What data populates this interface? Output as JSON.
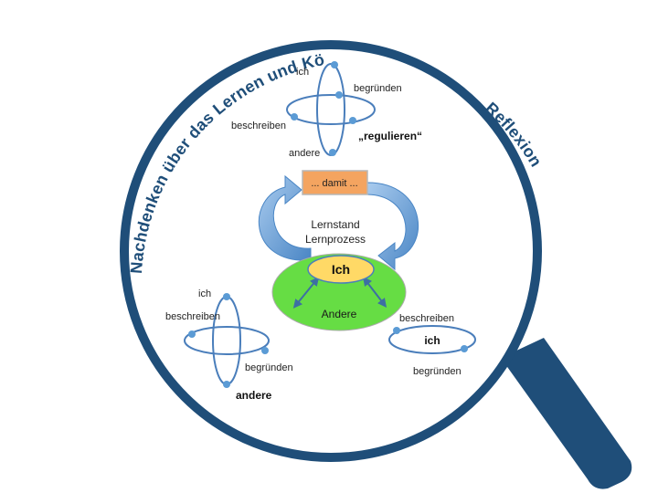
{
  "arc_left_text": "Nachdenken über das Lernen und Können",
  "arc_right_text": "Reflexion",
  "damit_box": "... damit ...",
  "center": {
    "line1": "Lernstand",
    "line2": "Lernprozess",
    "ich": "Ich",
    "andere": "Andere"
  },
  "orbit_top": {
    "ich": "ich",
    "begruenden": "begründen",
    "beschreiben": "beschreiben",
    "andere": "andere",
    "regulieren": "„regulieren“"
  },
  "orbit_bottom_left": {
    "ich": "ich",
    "beschreiben": "beschreiben",
    "begruenden": "begründen",
    "andere": "andere"
  },
  "orbit_bottom_right": {
    "beschreiben": "beschreiben",
    "ich": "ich",
    "begruenden": "begründen"
  },
  "colors": {
    "ring": "#1f4e79",
    "handle": "#1f4e79",
    "orbit_stroke": "#4a7ebb",
    "orbit_dot": "#5b9bd5",
    "arrow": "#6fa8dc",
    "damit_fill": "#f4a460",
    "ich_fill": "#ffd966",
    "andere_fill": "#66dd44"
  }
}
